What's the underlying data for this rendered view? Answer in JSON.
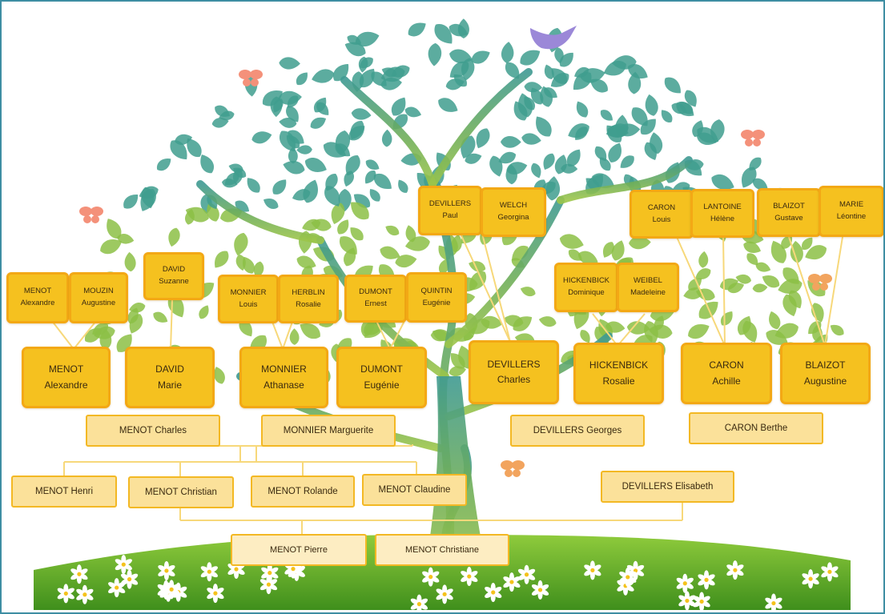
{
  "great_grandparents": [
    {
      "id": "gg1",
      "surname": "MENOT",
      "firstname": "Alexandre"
    },
    {
      "id": "gg2",
      "surname": "MOUZIN",
      "firstname": "Augustine"
    },
    {
      "id": "gg3",
      "surname": "DAVID",
      "firstname": "Suzanne"
    },
    {
      "id": "gg4",
      "surname": "MONNIER",
      "firstname": "Louis"
    },
    {
      "id": "gg5",
      "surname": "HERBLIN",
      "firstname": "Rosalie"
    },
    {
      "id": "gg6",
      "surname": "DUMONT",
      "firstname": "Ernest"
    },
    {
      "id": "gg7",
      "surname": "QUINTIN",
      "firstname": "Eugénie"
    },
    {
      "id": "gg8",
      "surname": "DEVILLERS",
      "firstname": "Paul"
    },
    {
      "id": "gg9",
      "surname": "WELCH",
      "firstname": "Georgina"
    },
    {
      "id": "gg10",
      "surname": "HICKENBICK",
      "firstname": "Dominique"
    },
    {
      "id": "gg11",
      "surname": "WEIBEL",
      "firstname": "Madeleine"
    },
    {
      "id": "gg12",
      "surname": "CARON",
      "firstname": "Louis"
    },
    {
      "id": "gg13",
      "surname": "LANTOINE",
      "firstname": "Hélène"
    },
    {
      "id": "gg14",
      "surname": "BLAIZOT",
      "firstname": "Gustave"
    },
    {
      "id": "gg15",
      "surname": "MARIE",
      "firstname": "Léontine"
    }
  ],
  "grandparents": [
    {
      "id": "g1",
      "surname": "MENOT",
      "firstname": "Alexandre"
    },
    {
      "id": "g2",
      "surname": "DAVID",
      "firstname": "Marie"
    },
    {
      "id": "g3",
      "surname": "MONNIER",
      "firstname": "Athanase"
    },
    {
      "id": "g4",
      "surname": "DUMONT",
      "firstname": "Eugénie"
    },
    {
      "id": "g5",
      "surname": "DEVILLERS",
      "firstname": "Charles"
    },
    {
      "id": "g6",
      "surname": "HICKENBICK",
      "firstname": "Rosalie"
    },
    {
      "id": "g7",
      "surname": "CARON",
      "firstname": "Achille"
    },
    {
      "id": "g8",
      "surname": "BLAIZOT",
      "firstname": "Augustine"
    }
  ],
  "parents": [
    {
      "id": "p1",
      "name": "MENOT Charles"
    },
    {
      "id": "p2",
      "name": "MONNIER Marguerite"
    },
    {
      "id": "p3",
      "name": "DEVILLERS Georges"
    },
    {
      "id": "p4",
      "name": "CARON Berthe"
    }
  ],
  "children": [
    {
      "id": "c1",
      "name": "MENOT Henri"
    },
    {
      "id": "c2",
      "name": "MENOT Christian"
    },
    {
      "id": "c3",
      "name": "MENOT Rolande"
    },
    {
      "id": "c4",
      "name": "MENOT Claudine"
    },
    {
      "id": "c5",
      "name": "DEVILLERS Elisabeth"
    }
  ],
  "grandchildren": [
    {
      "id": "gc1",
      "name": "MENOT Pierre"
    },
    {
      "id": "gc2",
      "name": "MENOT Christiane"
    }
  ],
  "colors": {
    "box_fill": "#f5c11f",
    "box_border": "#f3a815",
    "light_box_fill": "#fbe19a",
    "connector": "#f7d87a",
    "frame": "#3e8ea3",
    "leaf_teal": "#3f9e8e",
    "leaf_green": "#8cbf45",
    "grass": "#69b52c",
    "bird": "#9b88d8",
    "butterfly": "#f4917a"
  }
}
